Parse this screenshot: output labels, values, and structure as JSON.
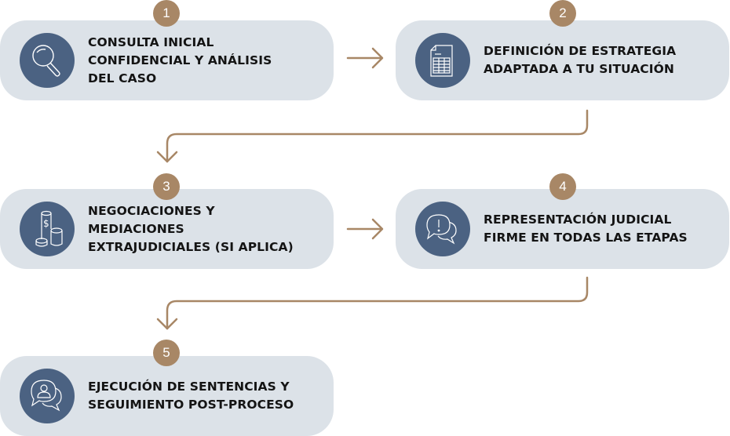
{
  "colors": {
    "card_bg": "#dce2e8",
    "icon_bg": "#4b6282",
    "accent": "#a88766",
    "text": "#141414"
  },
  "steps": [
    {
      "number": "1",
      "icon": "magnifying-glass-icon",
      "lines": [
        "CONSULTA INICIAL",
        "CONFIDENCIAL Y ANÁLISIS",
        "DEL CASO"
      ]
    },
    {
      "number": "2",
      "icon": "spreadsheet-document-icon",
      "lines": [
        "DEFINICIÓN DE ESTRATEGIA",
        "ADAPTADA A TU SITUACIÓN"
      ]
    },
    {
      "number": "3",
      "icon": "coin-stacks-icon",
      "lines": [
        "NEGOCIACIONES Y",
        "MEDIACIONES",
        "EXTRAJUDICIALES (SI APLICA)"
      ]
    },
    {
      "number": "4",
      "icon": "chat-alert-icon",
      "lines": [
        "REPRESENTACIÓN JUDICIAL",
        "FIRME EN TODAS LAS ETAPAS"
      ]
    },
    {
      "number": "5",
      "icon": "chat-user-icon",
      "lines": [
        "EJECUCIÓN DE SENTENCIAS Y",
        "SEGUIMIENTO POST-PROCESO"
      ]
    }
  ],
  "connectors": [
    {
      "from": "1",
      "to": "2",
      "type": "right-arrow"
    },
    {
      "from": "2",
      "to": "3",
      "type": "elbow-down-arrow"
    },
    {
      "from": "3",
      "to": "4",
      "type": "right-arrow"
    },
    {
      "from": "4",
      "to": "5",
      "type": "elbow-down-arrow"
    }
  ]
}
